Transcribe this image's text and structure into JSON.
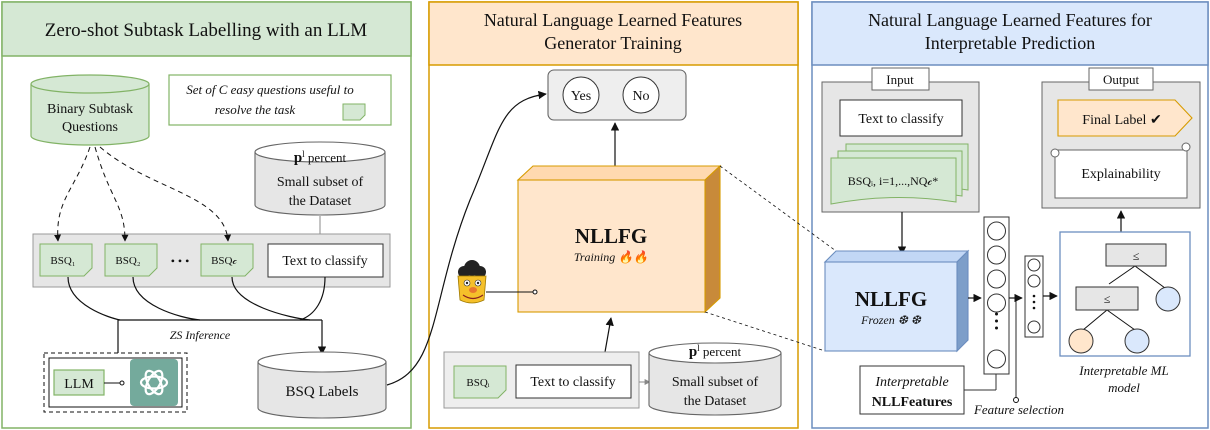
{
  "panel_left": {
    "title": "Zero-shot Subtask Labelling with an LLM",
    "questions_db": [
      "Binary Subtask",
      "Questions"
    ],
    "note": [
      "Set of C easy questions useful to",
      "resolve the task"
    ],
    "subset_db": {
      "p_label": "p",
      "p_superscript": "l",
      "p_suffix": " percent",
      "lines": [
        "Small subset of",
        "the Dataset"
      ]
    },
    "bsq_items": [
      "BSQ₁",
      "BSQ₂",
      "BSQ𝒸"
    ],
    "ellipsis": "• • •",
    "text_to_classify": "Text to classify",
    "zs_inference": "ZS Inference",
    "llm_label": "LLM",
    "labels_db": "BSQ Labels"
  },
  "panel_middle": {
    "title": [
      "Natural Language Learned Features",
      "Generator Training"
    ],
    "yes": "Yes",
    "no": "No",
    "model_name": "NLLFG",
    "model_sub": "Training 🔥🔥",
    "bsq_item": "BSQᵢ",
    "text_to_classify": "Text to classify",
    "subset_db": {
      "p_label": "p",
      "p_superscript": "l",
      "p_suffix": " percent",
      "lines": [
        "Small subset of",
        "the Dataset"
      ]
    }
  },
  "panel_right": {
    "title": [
      "Natural Language Learned Features for",
      "Interpretable Prediction"
    ],
    "input_tab": "Input",
    "text_to_classify": "Text to classify",
    "bsq_stack": "BSQᵢ, i=1,...,NQ𝒸*",
    "model_name": "NLLFG",
    "model_sub": "Frozen ❆ ❆",
    "features_label": [
      "Interpretable",
      "NLLFeatures"
    ],
    "feature_selection": "Feature selection",
    "output_tab": "Output",
    "final_label": "Final Label ✔",
    "explainability": "Explainability",
    "tree_nodes": [
      "≤",
      "≤"
    ],
    "ml_model_label": [
      "Interpretable ML",
      "model"
    ]
  },
  "colors": {
    "green_fill": "#d5e8d4",
    "green_stroke": "#82b366",
    "orange_fill": "#ffe6cc",
    "orange_stroke": "#d79b00",
    "blue_fill": "#dae8fc",
    "blue_stroke": "#6c8ebf",
    "gray_fill": "#e6e6e6",
    "gray_stroke": "#666666"
  }
}
